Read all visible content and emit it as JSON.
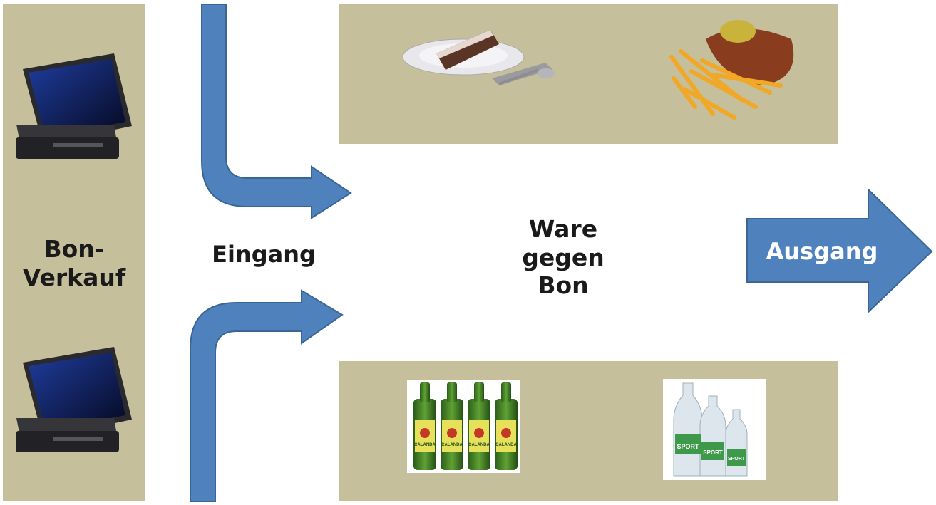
{
  "left_panel": {
    "label_line1": "Bon-",
    "label_line2": "Verkauf"
  },
  "flow": {
    "entrance_label": "Eingang",
    "center_line1": "Ware",
    "center_line2": "gegen",
    "center_line3": "Bon",
    "exit_label": "Ausgang"
  },
  "icons": {
    "register_top": "pos-terminal-icon",
    "register_bottom": "pos-terminal-icon",
    "cake": "cake-plate-icon",
    "fries": "fries-schnitzel-icon",
    "beer": "beer-bottles-icon",
    "water": "water-bottles-icon"
  },
  "bottle_labels": {
    "beer_brand": "CALANDA",
    "water_brand": "SPORT"
  },
  "colors": {
    "panel": "#c5bf9b",
    "arrow_fill": "#4f81bd",
    "arrow_stroke": "#3a6597",
    "text": "#1a1a1a"
  }
}
